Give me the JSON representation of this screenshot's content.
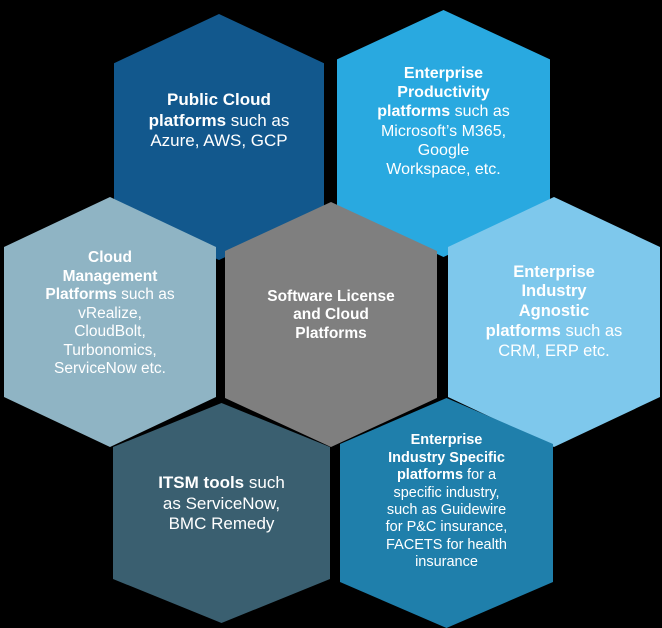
{
  "diagram": {
    "background_color": "#000000",
    "text_color": "#FFFFFF",
    "subject": "Software License and Cloud Platforms"
  },
  "hexagons": {
    "public_cloud": {
      "color": "#12588D",
      "segments": [
        {
          "text": "Public Cloud\nplatforms",
          "bold": true
        },
        {
          "text": " such as\nAzure, AWS, GCP",
          "bold": false
        }
      ]
    },
    "enterprise_productivity": {
      "color": "#29A9E0",
      "segments": [
        {
          "text": "Enterprise\nProductivity\nplatforms",
          "bold": true
        },
        {
          "text": " such as\nMicrosoft’s M365,\nGoogle\nWorkspace, etc.",
          "bold": false
        }
      ]
    },
    "cloud_management": {
      "color": "#8FB4C4",
      "segments": [
        {
          "text": "Cloud\nManagement\nPlatforms",
          "bold": true
        },
        {
          "text": " such as\nvRealize,\nCloudBolt,\nTurbonomics,\nServiceNow etc.",
          "bold": false
        }
      ]
    },
    "center": {
      "color": "#7F7F7F",
      "segments": [
        {
          "text": "Software License\nand Cloud\nPlatforms",
          "bold": true
        }
      ]
    },
    "industry_agnostic": {
      "color": "#7EC8EC",
      "segments": [
        {
          "text": "Enterprise\nIndustry\nAgnostic\nplatforms",
          "bold": true
        },
        {
          "text": " such as\nCRM, ERP etc.",
          "bold": false
        }
      ]
    },
    "itsm_tools": {
      "color": "#3A5F70",
      "segments": [
        {
          "text": "ITSM tools",
          "bold": true
        },
        {
          "text": " such\nas ServiceNow,\nBMC Remedy",
          "bold": false
        }
      ]
    },
    "industry_specific": {
      "color": "#1F7FAB",
      "segments": [
        {
          "text": "Enterprise\nIndustry Specific\nplatforms",
          "bold": true
        },
        {
          "text": " for a\nspecific industry,\nsuch as Guidewire\nfor P&C insurance,\nFACETS for health\ninsurance",
          "bold": false
        }
      ]
    }
  }
}
